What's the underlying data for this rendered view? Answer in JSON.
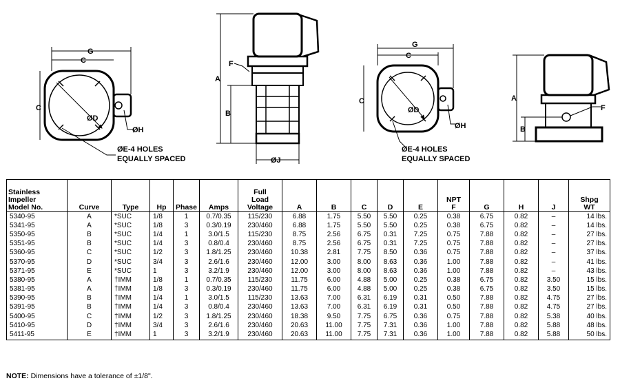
{
  "drawing_labels": {
    "g": "G",
    "c": "C",
    "d": "ØD",
    "h": "ØH",
    "f": "F",
    "a": "A",
    "b": "B",
    "j": "ØJ",
    "holes_line1": "ØE-4 HOLES",
    "holes_line2": "EQUALLY SPACED"
  },
  "table": {
    "headers": [
      [
        "Stainless",
        "Impeller",
        "Model No."
      ],
      [
        "Curve"
      ],
      [
        "Type"
      ],
      [
        "Hp"
      ],
      [
        "Phase"
      ],
      [
        "Amps"
      ],
      [
        "Full",
        "Load",
        "Voltage"
      ],
      [
        "A"
      ],
      [
        "B"
      ],
      [
        "C"
      ],
      [
        "D"
      ],
      [
        "E"
      ],
      [
        "NPT",
        "F"
      ],
      [
        "G"
      ],
      [
        "H"
      ],
      [
        "J"
      ],
      [
        "Shpg",
        "WT"
      ]
    ],
    "rows": [
      [
        "5340-95",
        "A",
        "*SUC",
        "1/8",
        "1",
        "0.7/0.35",
        "115/230",
        "6.88",
        "1.75",
        "5.50",
        "5.50",
        "0.25",
        "0.38",
        "6.75",
        "0.82",
        "–",
        "14 lbs."
      ],
      [
        "5341-95",
        "A",
        "*SUC",
        "1/8",
        "3",
        "0.3/0.19",
        "230/460",
        "6.88",
        "1.75",
        "5.50",
        "5.50",
        "0.25",
        "0.38",
        "6.75",
        "0.82",
        "–",
        "14 lbs."
      ],
      [
        "5350-95",
        "B",
        "*SUC",
        "1/4",
        "1",
        "3.0/1.5",
        "115/230",
        "8.75",
        "2.56",
        "6.75",
        "0.31",
        "7.25",
        "0.75",
        "7.88",
        "0.82",
        "–",
        "27 lbs."
      ],
      [
        "5351-95",
        "B",
        "*SUC",
        "1/4",
        "3",
        "0.8/0.4",
        "230/460",
        "8.75",
        "2.56",
        "6.75",
        "0.31",
        "7.25",
        "0.75",
        "7.88",
        "0.82",
        "–",
        "27 lbs."
      ],
      [
        "5360-95",
        "C",
        "*SUC",
        "1/2",
        "3",
        "1.8/1.25",
        "230/460",
        "10.38",
        "2.81",
        "7.75",
        "8.50",
        "0.36",
        "0.75",
        "7.88",
        "0.82",
        "–",
        "37 lbs."
      ],
      [
        "5370-95",
        "D",
        "*SUC",
        "3/4",
        "3",
        "2.6/1.6",
        "230/460",
        "12.00",
        "3.00",
        "8.00",
        "8.63",
        "0.36",
        "1.00",
        "7.88",
        "0.82",
        "–",
        "41 lbs."
      ],
      [
        "5371-95",
        "E",
        "*SUC",
        "1",
        "3",
        "3.2/1.9",
        "230/460",
        "12.00",
        "3.00",
        "8.00",
        "8.63",
        "0.36",
        "1.00",
        "7.88",
        "0.82",
        "–",
        "43 lbs."
      ],
      [
        "5380-95",
        "A",
        "†IMM",
        "1/8",
        "1",
        "0.7/0.35",
        "115/230",
        "11.75",
        "6.00",
        "4.88",
        "5.00",
        "0.25",
        "0.38",
        "6.75",
        "0.82",
        "3.50",
        "15 lbs."
      ],
      [
        "5381-95",
        "A",
        "†IMM",
        "1/8",
        "3",
        "0.3/0.19",
        "230/460",
        "11.75",
        "6.00",
        "4.88",
        "5.00",
        "0.25",
        "0.38",
        "6.75",
        "0.82",
        "3.50",
        "15 lbs."
      ],
      [
        "5390-95",
        "B",
        "†IMM",
        "1/4",
        "1",
        "3.0/1.5",
        "115/230",
        "13.63",
        "7.00",
        "6.31",
        "6.19",
        "0.31",
        "0.50",
        "7.88",
        "0.82",
        "4.75",
        "27 lbs."
      ],
      [
        "5391-95",
        "B",
        "†IMM",
        "1/4",
        "3",
        "0.8/0.4",
        "230/460",
        "13.63",
        "7.00",
        "6.31",
        "6.19",
        "0.31",
        "0.50",
        "7.88",
        "0.82",
        "4.75",
        "27 lbs."
      ],
      [
        "5400-95",
        "C",
        "†IMM",
        "1/2",
        "3",
        "1.8/1.25",
        "230/460",
        "18.38",
        "9.50",
        "7.75",
        "6.75",
        "0.36",
        "0.75",
        "7.88",
        "0.82",
        "5.38",
        "40 lbs."
      ],
      [
        "5410-95",
        "D",
        "†IMM",
        "3/4",
        "3",
        "2.6/1.6",
        "230/460",
        "20.63",
        "11.00",
        "7.75",
        "7.31",
        "0.36",
        "1.00",
        "7.88",
        "0.82",
        "5.88",
        "48 lbs."
      ],
      [
        "5411-95",
        "E",
        "†IMM",
        "1",
        "3",
        "3.2/1.9",
        "230/460",
        "20.63",
        "11.00",
        "7.75",
        "7.31",
        "0.36",
        "1.00",
        "7.88",
        "0.82",
        "5.88",
        "50 lbs."
      ]
    ]
  },
  "note": {
    "label": "NOTE:",
    "text": " Dimensions have a tolerance of ±1/8\"."
  }
}
